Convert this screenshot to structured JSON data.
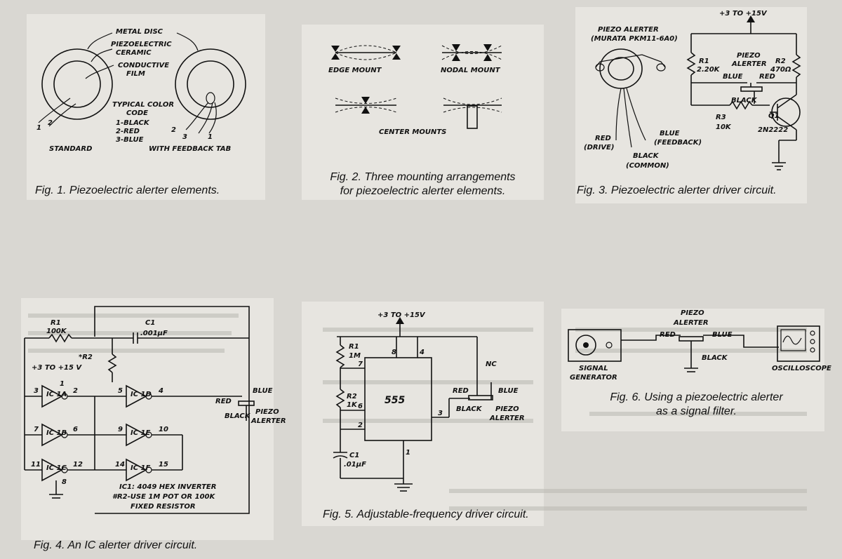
{
  "fig1": {
    "caption": "Fig. 1. Piezoelectric alerter elements.",
    "labels": {
      "metal_disc": "METAL DISC",
      "piezo1": "PIEZOELECTRIC",
      "piezo2": "CERAMIC",
      "film1": "CONDUCTIVE",
      "film2": "FILM",
      "code1": "TYPICAL COLOR",
      "code2": "CODE",
      "code3": "1-BLACK",
      "code4": "2-RED",
      "code5": "3-BLUE",
      "standard": "STANDARD",
      "feedback": "WITH FEEDBACK TAB",
      "n1": "1",
      "n2": "2",
      "n2b": "2",
      "n3": "3",
      "n1b": "1"
    }
  },
  "fig2": {
    "caption_line1": "Fig. 2. Three mounting arrangements",
    "caption_line2": "for piezoelectric alerter elements.",
    "labels": {
      "edge": "EDGE MOUNT",
      "nodal": "NODAL MOUNT",
      "center": "CENTER MOUNTS"
    }
  },
  "fig3": {
    "caption": "Fig. 3. Piezoelectric alerter driver circuit.",
    "labels": {
      "supply": "+3 TO +15V",
      "piezo_alerter": "PIEZO ALERTER",
      "murata": "(MURATA PKM11-6A0)",
      "r1": "R1",
      "r1v": "2.20K",
      "r2": "R2",
      "r2v": "470Ω",
      "pz1": "PIEZO",
      "pz2": "ALERTER",
      "blue": "BLUE",
      "red": "RED",
      "black": "BLACK",
      "r3": "R3",
      "r3v": "10K",
      "q1": "Q1",
      "q1v": "2N2222",
      "red_drive1": "RED",
      "red_drive2": "(DRIVE)",
      "blue_fb1": "BLUE",
      "blue_fb2": "(FEEDBACK)",
      "black_c1": "BLACK",
      "black_c2": "(COMMON)"
    }
  },
  "fig4": {
    "caption": "Fig. 4. An IC alerter driver circuit.",
    "labels": {
      "r1": "R1",
      "r1v": "100K",
      "c1": "C1",
      "c1v": ".001µF",
      "r2": "*R2",
      "supply": "+3 TO +15 V",
      "ic1a": "IC 1A",
      "ic1b": "IC 1B",
      "ic1c": "IC 1C",
      "ic1d": "IC 1D",
      "ic1e": "IC 1E",
      "ic1f": "IC 1F",
      "p3": "3",
      "p2": "2",
      "p1": "1",
      "p5": "5",
      "p4": "4",
      "p7": "7",
      "p6": "6",
      "p9": "9",
      "p10": "10",
      "p11": "11",
      "p12": "12",
      "p14": "14",
      "p15": "15",
      "p8": "8",
      "red": "RED",
      "blue": "BLUE",
      "black": "BLACK",
      "pz1": "PIEZO",
      "pz2": "ALERTER",
      "note1": "IC1: 4049 HEX INVERTER",
      "note2": "#R2-USE 1M POT OR 100K",
      "note3": "FIXED RESISTOR"
    }
  },
  "fig5": {
    "caption": "Fig. 5. Adjustable-frequency driver circuit.",
    "labels": {
      "supply": "+3 TO +15V",
      "r1": "R1",
      "r1v": "1M",
      "r2": "R2",
      "r2v": "1K",
      "c1": "C1",
      "c1v": ".01µF",
      "chip": "555",
      "p8": "8",
      "p4": "4",
      "p7": "7",
      "p6": "6",
      "p2": "2",
      "p3": "3",
      "p1": "1",
      "nc": "NC",
      "red": "RED",
      "blue": "BLUE",
      "black": "BLACK",
      "pz1": "PIEZO",
      "pz2": "ALERTER"
    }
  },
  "fig6": {
    "caption_line1": "Fig. 6. Using a piezoelectric alerter",
    "caption_line2": "as a signal filter.",
    "labels": {
      "pz1": "PIEZO",
      "pz2": "ALERTER",
      "red": "RED",
      "blue": "BLUE",
      "black": "BLACK",
      "sg1": "SIGNAL",
      "sg2": "GENERATOR",
      "osc": "OSCILLOSCOPE"
    }
  }
}
